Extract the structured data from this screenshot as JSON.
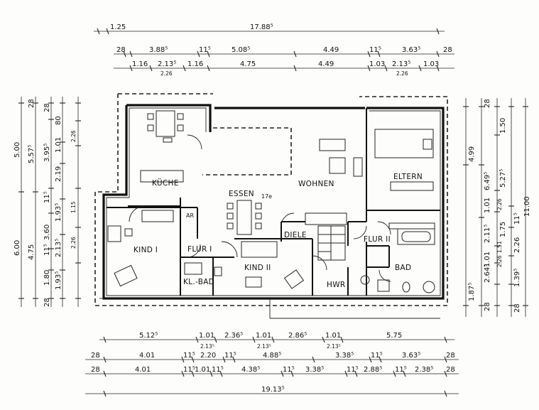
{
  "rooms": {
    "kueche": "KÜCHE",
    "essen": "ESSEN",
    "wohnen": "WOHNEN",
    "eltern": "ELTERN",
    "kind1": "KIND I",
    "flur1": "FLUR I",
    "ar": "AR",
    "diele": "DIELE",
    "flur2": "FLUR II",
    "kind2": "KIND II",
    "bad": "BAD",
    "klbad": "KL.-BAD",
    "hwr": "HWR"
  },
  "top_dims": {
    "r1": [
      "1.25",
      "17.88⁵"
    ],
    "r2": [
      "28",
      "3.88⁵",
      "11⁵",
      "5.08⁵",
      "4.49",
      "11⁵",
      "3.63⁵",
      "28"
    ],
    "r3": [
      "1.16",
      "2.13⁵",
      "1.16",
      "4.75",
      "4.49",
      "1.03",
      "2.13⁵",
      "1.03"
    ],
    "r3_sub": [
      "2.26",
      "2.26"
    ]
  },
  "bottom_dims": {
    "r1": [
      "5.12⁵",
      "1.01",
      "2.36⁵",
      "1.01",
      "2.86⁵",
      "1.01",
      "5.75"
    ],
    "r1_sub": [
      "2.13⁵",
      "2.13⁵",
      "2.13⁵"
    ],
    "r2": [
      "28",
      "4.01",
      "11⁵",
      "2.20",
      "11⁵",
      "4.88⁵",
      "3.38⁵",
      "11⁵",
      "3.63⁵",
      "28"
    ],
    "r3": [
      "28",
      "4.01",
      "11⁵",
      "1.01",
      "11⁵",
      "4.38⁵",
      "11⁵",
      "3.38⁵",
      "11⁵",
      "2.88⁵",
      "11⁵",
      "2.38⁵",
      "28"
    ],
    "r4": [
      "19.13⁵"
    ]
  },
  "left_dims": {
    "outer": [
      "5.00",
      "6.00"
    ],
    "mid": [
      "28",
      "5.57⁵",
      "4.75"
    ],
    "inner": [
      "28",
      "3.95⁵",
      "11⁵",
      "3.60",
      "11⁵",
      "1.80",
      "28"
    ],
    "inner2": [
      "80",
      "1.01",
      "2.19",
      "1.93⁵",
      "2.13⁵",
      "1.93⁵"
    ],
    "sub": [
      "2.26",
      "2.26",
      "1.15"
    ]
  },
  "right_dims": {
    "outer": [
      "11.00"
    ],
    "mid": [
      "4.99",
      "6.49⁵",
      "5.27⁵"
    ],
    "inner": [
      "28",
      "1.50",
      "1.01",
      "2.11⁵",
      "1.01",
      "2.64⁵",
      "1.87⁵",
      "28"
    ],
    "inner2": [
      "11⁵",
      "1.75",
      "2.26",
      "1.39⁵",
      "28"
    ],
    "sub": [
      "2.26",
      "2.26",
      "1.51"
    ]
  },
  "misc": {
    "stair_label": "17e"
  }
}
